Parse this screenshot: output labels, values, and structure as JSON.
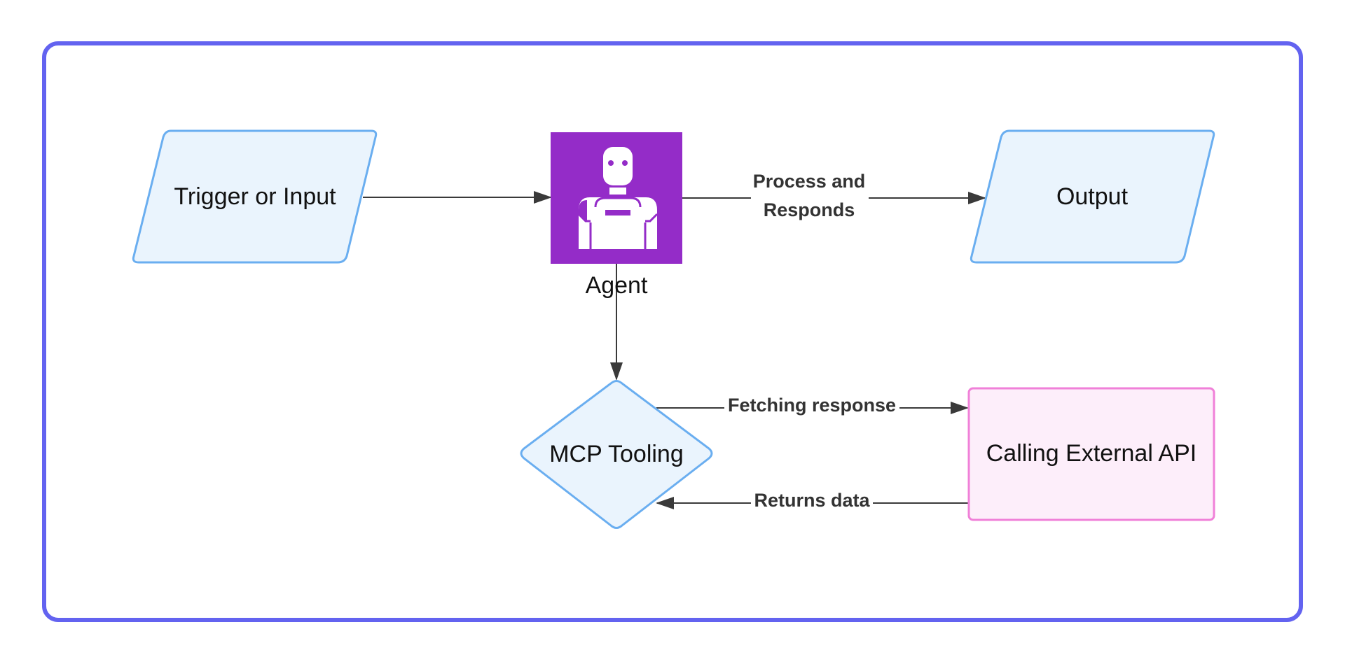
{
  "colors": {
    "frame_border": "#6363f0",
    "io_fill": "#eaf4fd",
    "io_stroke": "#6aaef0",
    "api_fill": "#fdeefa",
    "api_stroke": "#f080d8",
    "agent_fill": "#942cc8",
    "agent_icon": "#ffffff",
    "connector": "#3a3a3a",
    "label_bg": "#ffffff"
  },
  "nodes": {
    "trigger": {
      "label": "Trigger or Input"
    },
    "agent": {
      "label": "Agent",
      "icon": "robot-icon"
    },
    "output": {
      "label": "Output"
    },
    "mcp": {
      "label": "MCP Tooling"
    },
    "api": {
      "label": "Calling External API"
    }
  },
  "edges": {
    "process": {
      "line1": "Process and",
      "line2": "Responds"
    },
    "fetching": {
      "label": "Fetching response"
    },
    "returns": {
      "label": "Returns data"
    }
  }
}
